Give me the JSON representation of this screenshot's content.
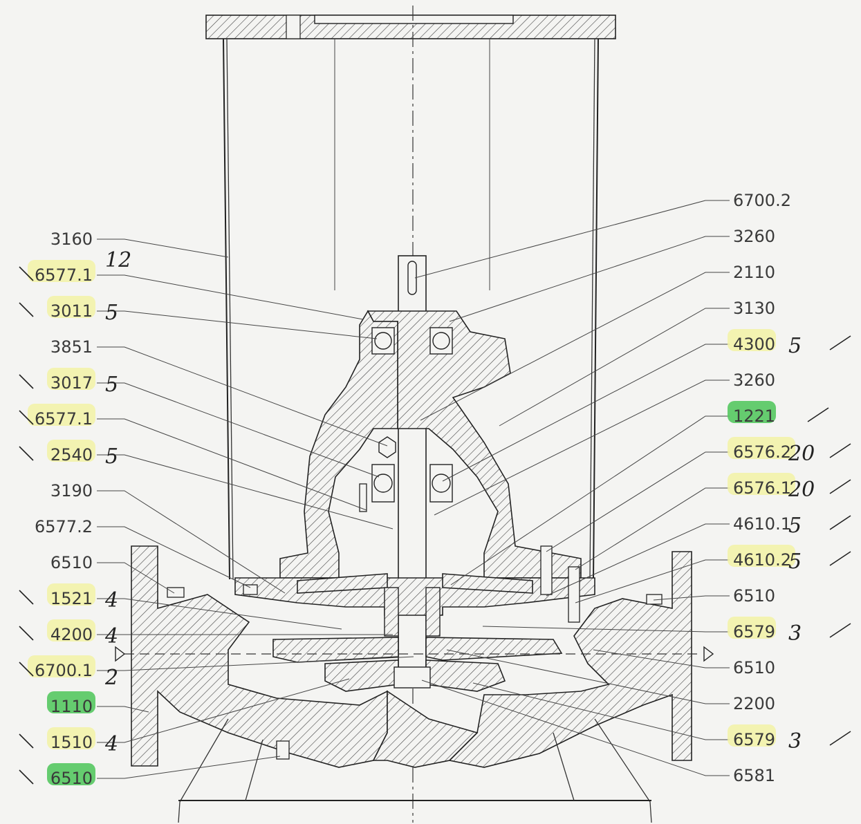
{
  "drawing": {
    "left_labels": [
      {
        "id": "3160",
        "highlight": "none",
        "mark": "",
        "qty": ""
      },
      {
        "id": "6577.1",
        "highlight": "yellow",
        "mark": "\\",
        "qty": "12"
      },
      {
        "id": "3011",
        "highlight": "yellow",
        "mark": "\\",
        "qty": "5"
      },
      {
        "id": "3851",
        "highlight": "none",
        "mark": "",
        "qty": ""
      },
      {
        "id": "3017",
        "highlight": "yellow",
        "mark": "\\",
        "qty": "5"
      },
      {
        "id": "6577.1",
        "highlight": "yellow",
        "mark": "\\",
        "qty": ""
      },
      {
        "id": "2540",
        "highlight": "yellow",
        "mark": "\\",
        "qty": "5"
      },
      {
        "id": "3190",
        "highlight": "none",
        "mark": "",
        "qty": ""
      },
      {
        "id": "6577.2",
        "highlight": "none",
        "mark": "",
        "qty": ""
      },
      {
        "id": "6510",
        "highlight": "none",
        "mark": "",
        "qty": ""
      },
      {
        "id": "1521",
        "highlight": "yellow",
        "mark": "\\",
        "qty": "4"
      },
      {
        "id": "4200",
        "highlight": "yellow",
        "mark": "\\",
        "qty": "4"
      },
      {
        "id": "6700.1",
        "highlight": "yellow",
        "mark": "\\",
        "qty": "2"
      },
      {
        "id": "1110",
        "highlight": "green",
        "mark": "",
        "qty": ""
      },
      {
        "id": "1510",
        "highlight": "yellow",
        "mark": "\\",
        "qty": "4"
      },
      {
        "id": "6510",
        "highlight": "green",
        "mark": "\\",
        "qty": ""
      }
    ],
    "right_labels": [
      {
        "id": "6700.2",
        "highlight": "none",
        "mark": "",
        "qty": ""
      },
      {
        "id": "3260",
        "highlight": "none",
        "mark": "",
        "qty": ""
      },
      {
        "id": "2110",
        "highlight": "none",
        "mark": "",
        "qty": ""
      },
      {
        "id": "3130",
        "highlight": "none",
        "mark": "",
        "qty": ""
      },
      {
        "id": "4300",
        "highlight": "yellow",
        "mark": "/",
        "qty": "5"
      },
      {
        "id": "3260",
        "highlight": "none",
        "mark": "",
        "qty": ""
      },
      {
        "id": "1221",
        "highlight": "green",
        "mark": "/",
        "qty": ""
      },
      {
        "id": "6576.2",
        "highlight": "yellow",
        "mark": "/",
        "qty": "20"
      },
      {
        "id": "6576.1",
        "highlight": "yellow",
        "mark": "/",
        "qty": "20"
      },
      {
        "id": "4610.1",
        "highlight": "none",
        "mark": "/",
        "qty": "5"
      },
      {
        "id": "4610.2",
        "highlight": "yellow",
        "mark": "/",
        "qty": "5"
      },
      {
        "id": "6510",
        "highlight": "none",
        "mark": "",
        "qty": ""
      },
      {
        "id": "6579",
        "highlight": "yellow",
        "mark": "/",
        "qty": "3"
      },
      {
        "id": "6510",
        "highlight": "none",
        "mark": "",
        "qty": ""
      },
      {
        "id": "2200",
        "highlight": "none",
        "mark": "",
        "qty": ""
      },
      {
        "id": "6579",
        "highlight": "yellow",
        "mark": "/",
        "qty": "3"
      },
      {
        "id": "6581",
        "highlight": "none",
        "mark": "",
        "qty": ""
      }
    ],
    "colors": {
      "yellow_highlight": "#f2f2a6",
      "green_highlight": "#55c860",
      "line": "#333333",
      "paper": "#f4f4f2"
    }
  }
}
